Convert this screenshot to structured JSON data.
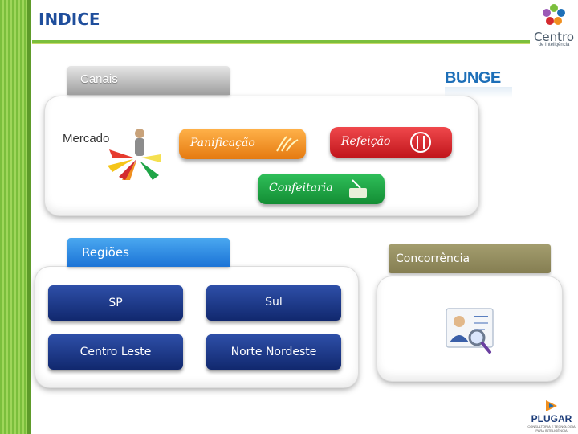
{
  "header": {
    "title": "INDICE",
    "logo_centro": {
      "name": "Centro",
      "subtitle": "de Inteligência"
    },
    "logo_bunge": "BUNGE"
  },
  "canais": {
    "tab_label": "Canais",
    "mercado": {
      "label": "Mercado",
      "pills": [
        {
          "label": "Panificação",
          "color": "#f08f1e"
        },
        {
          "label": "Refeição",
          "color": "#d42a2f"
        },
        {
          "label": "Confeitaria",
          "color": "#1fa547"
        }
      ]
    }
  },
  "regioes": {
    "tab_label": "Regiões",
    "buttons": [
      "SP",
      "Sul",
      "Centro Leste",
      "Norte Nordeste"
    ]
  },
  "concorrencia": {
    "tab_label": "Concorrência",
    "icon": "user-search-icon"
  },
  "footer": {
    "logo_plugar": {
      "name": "PLUGAR",
      "subtitle": "CONSULTORIA E TECNOLOGIA PARA INTELIGÊNCIA"
    }
  },
  "colors": {
    "accent_green": "#7bbf3c",
    "title_blue": "#1f4e9c",
    "region_blue": "#1b3a8c",
    "concorrencia_olive": "#938c5f"
  }
}
